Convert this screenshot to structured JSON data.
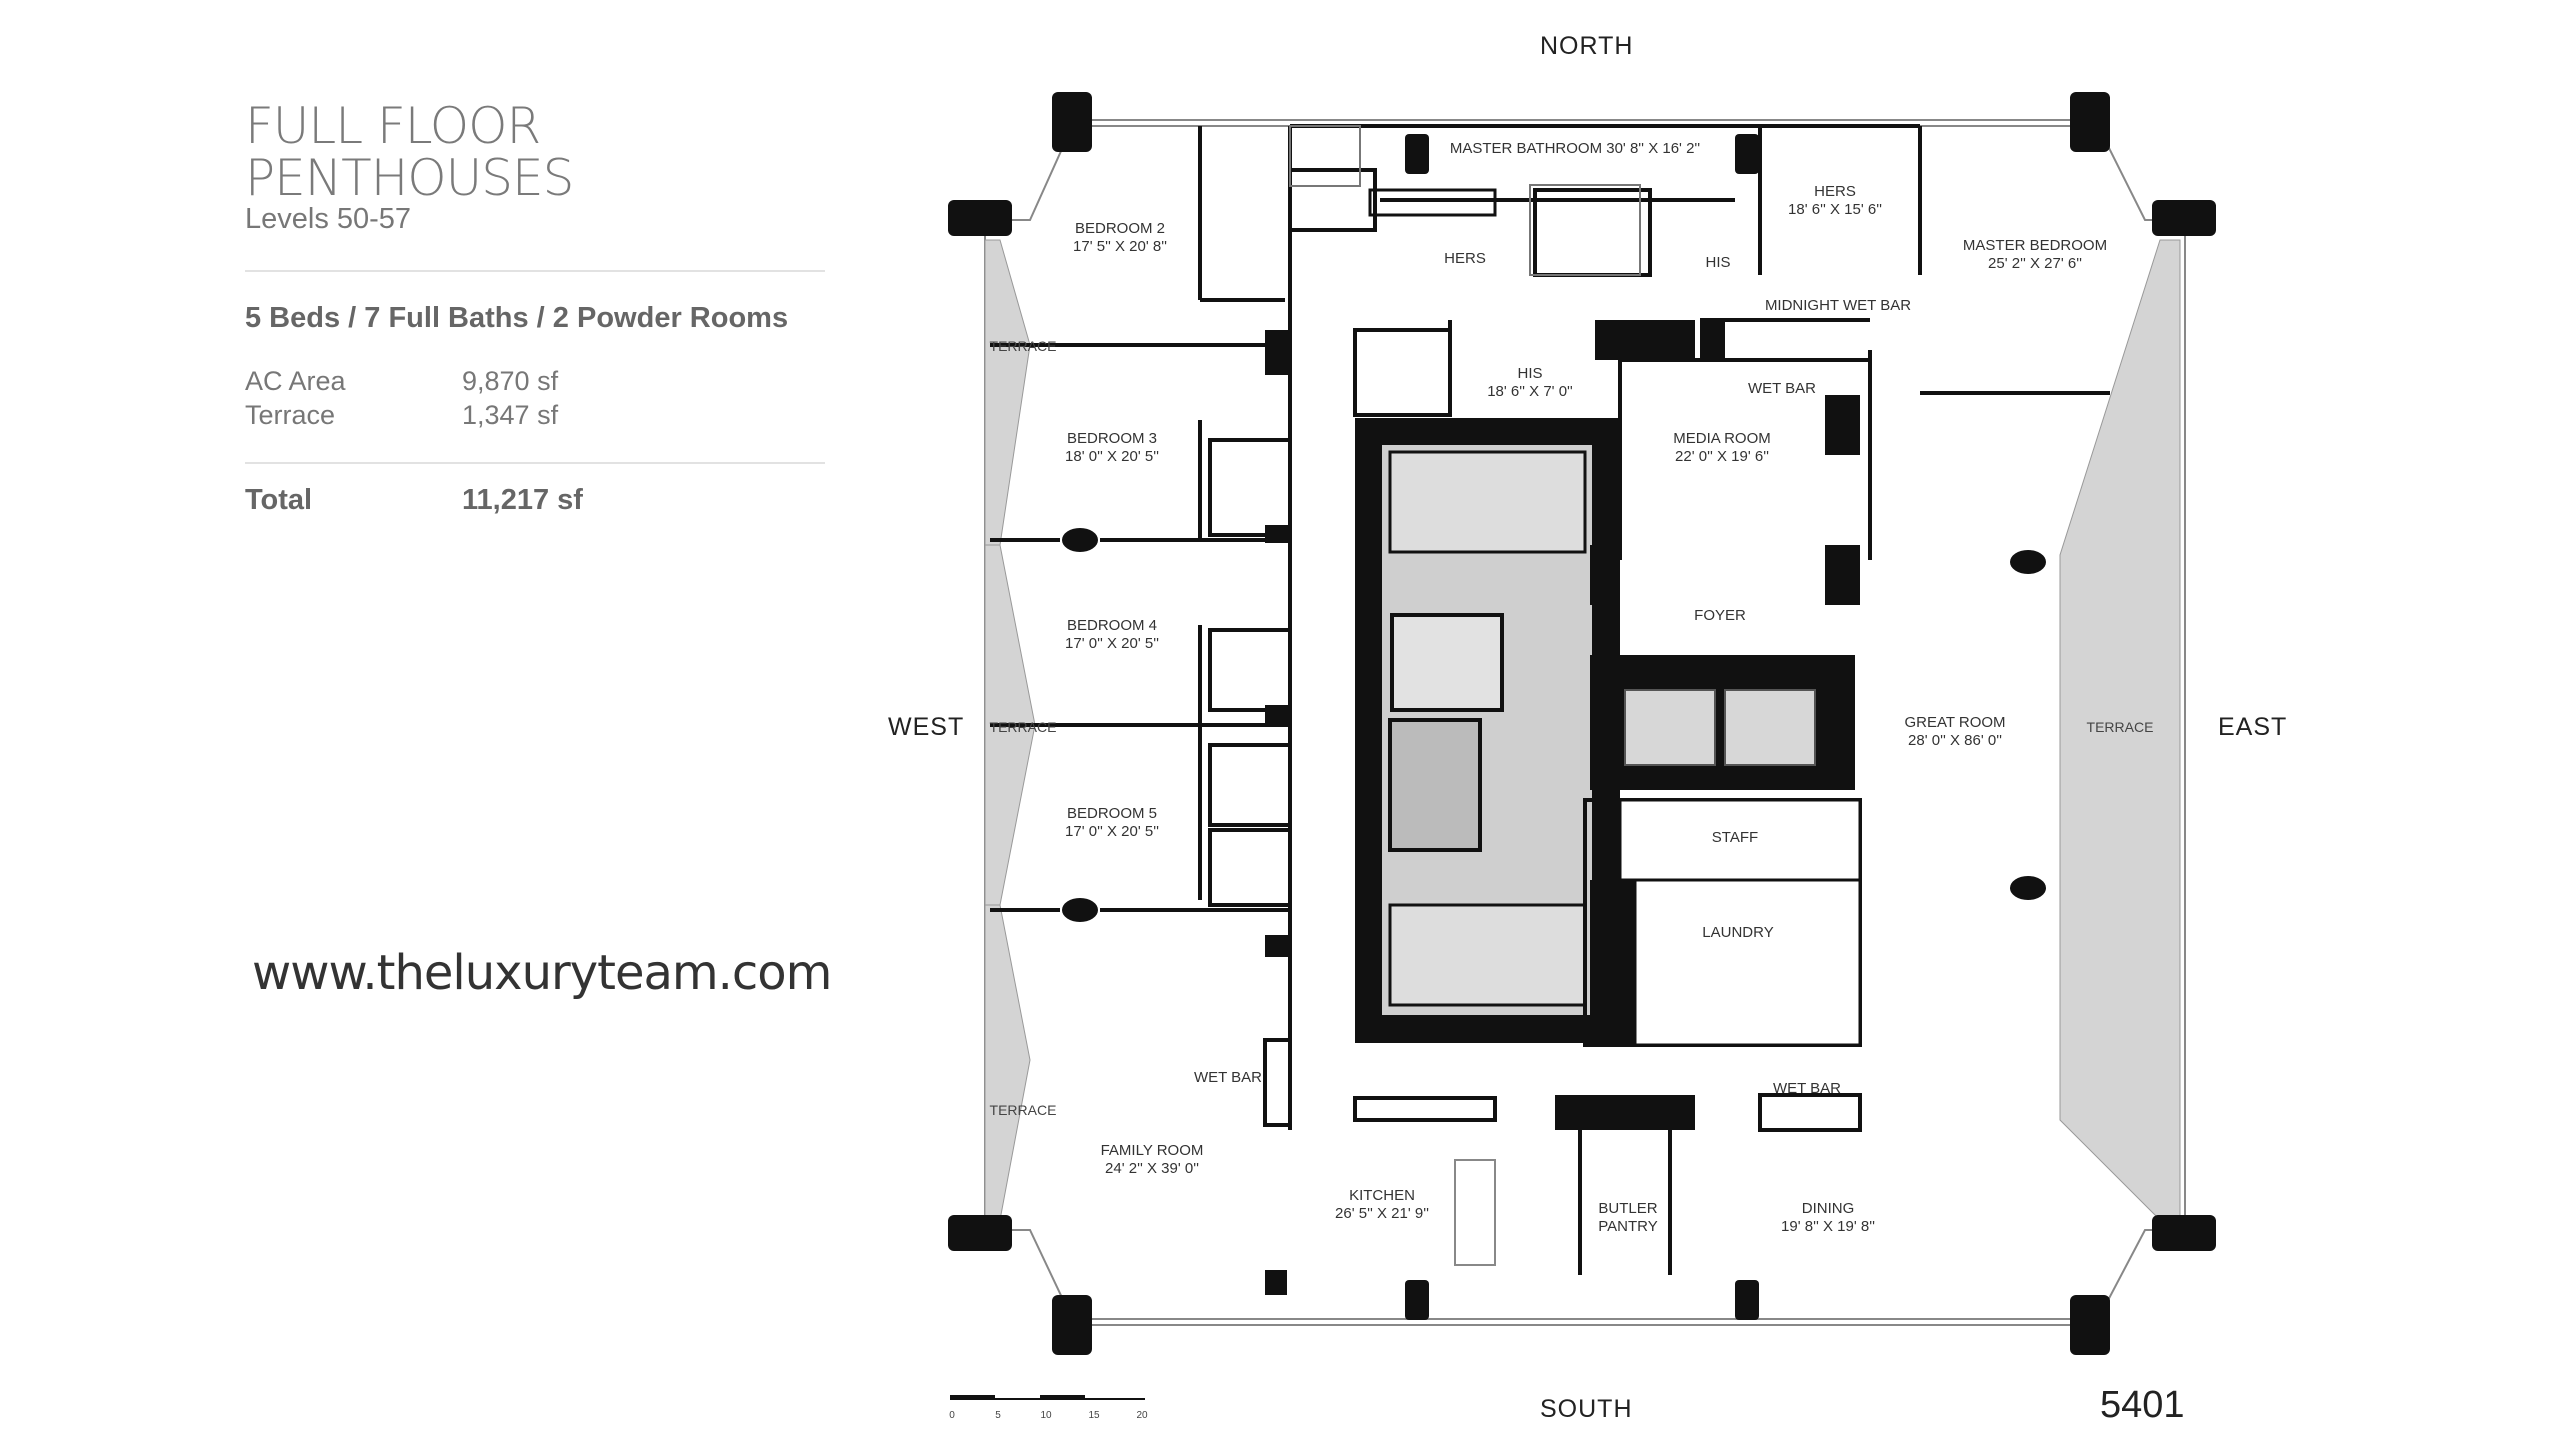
{
  "header": {
    "title_line1": "FULL FLOOR",
    "title_line2": "PENTHOUSES",
    "levels": "Levels 50-57",
    "beds_baths": "5 Beds / 7 Full Baths / 2 Powder Rooms",
    "ac_area_label": "AC Area",
    "ac_area_value": "9,870 sf",
    "terrace_label": "Terrace",
    "terrace_value": "1,347 sf",
    "total_label": "Total",
    "total_value": "11,217 sf"
  },
  "website": "www.theluxuryteam.com",
  "compass": {
    "north": "NORTH",
    "south": "SOUTH",
    "east": "EAST",
    "west": "WEST"
  },
  "unit_number": "5401",
  "scale_ticks": [
    "0",
    "5",
    "10",
    "15",
    "20"
  ],
  "rooms": {
    "master_bathroom": "MASTER BATHROOM  30' 8'' X 16' 2''",
    "hers_closet_name": "HERS",
    "hers_closet_dim": "18' 6'' X 15' 6''",
    "master_bedroom_name": "MASTER BEDROOM",
    "master_bedroom_dim": "25' 2'' X 27' 6''",
    "bedroom2_name": "BEDROOM 2",
    "bedroom2_dim": "17' 5'' X 20' 8''",
    "hers_bath": "HERS",
    "his_bath": "HIS",
    "midnight_wet_bar": "MIDNIGHT WET BAR",
    "his_closet_name": "HIS",
    "his_closet_dim": "18' 6'' X 7' 0''",
    "wet_bar_media": "WET BAR",
    "media_room_name": "MEDIA ROOM",
    "media_room_dim": "22' 0'' X 19' 6''",
    "bedroom3_name": "BEDROOM 3",
    "bedroom3_dim": "18' 0'' X 20' 5''",
    "bedroom4_name": "BEDROOM 4",
    "bedroom4_dim": "17' 0'' X 20' 5''",
    "bedroom5_name": "BEDROOM 5",
    "bedroom5_dim": "17' 0'' X 20' 5''",
    "foyer": "FOYER",
    "great_room_name": "GREAT ROOM",
    "great_room_dim": "28' 0'' X 86' 0''",
    "staff": "STAFF",
    "laundry": "LAUNDRY",
    "wet_bar_family": "WET BAR",
    "family_room_name": "FAMILY ROOM",
    "family_room_dim": "24' 2'' X 39' 0''",
    "kitchen_name": "KITCHEN",
    "kitchen_dim": "26' 5'' X 21' 9''",
    "butler_line1": "BUTLER",
    "butler_line2": "PANTRY",
    "wet_bar_dining": "WET BAR",
    "dining_name": "DINING",
    "dining_dim": "19' 8'' X 19' 8''",
    "terrace": "TERRACE"
  }
}
